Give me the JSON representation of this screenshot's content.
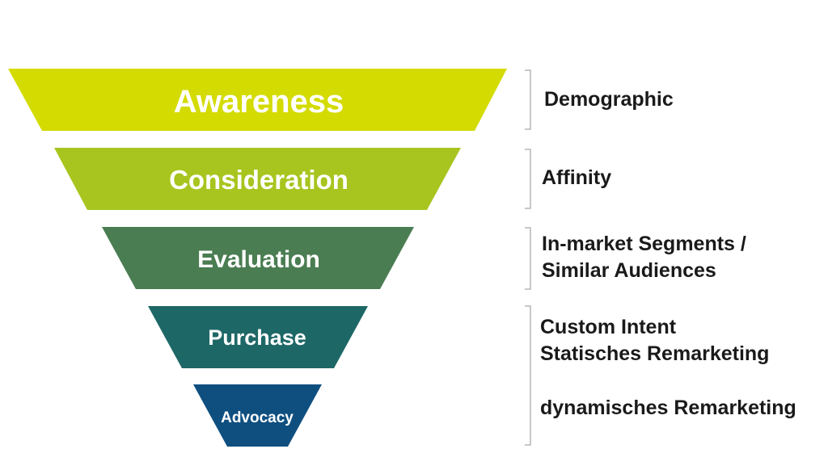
{
  "funnel": {
    "stages": [
      {
        "label": "Awareness",
        "color": "#d4db00"
      },
      {
        "label": "Consideration",
        "color": "#a7c51e"
      },
      {
        "label": "Evaluation",
        "color": "#4a7d52"
      },
      {
        "label": "Purchase",
        "color": "#1e6767"
      },
      {
        "label": "Advocacy",
        "color": "#0f4f80"
      }
    ]
  },
  "audiences": {
    "awareness": [
      "Demographic"
    ],
    "consideration": [
      "Affinity"
    ],
    "evaluation": [
      "In-market Segments /",
      "Similar Audiences"
    ],
    "purchase": [
      "Custom Intent",
      "Statisches Remarketing"
    ],
    "advocacy": [
      "dynamisches Remarketing"
    ]
  }
}
